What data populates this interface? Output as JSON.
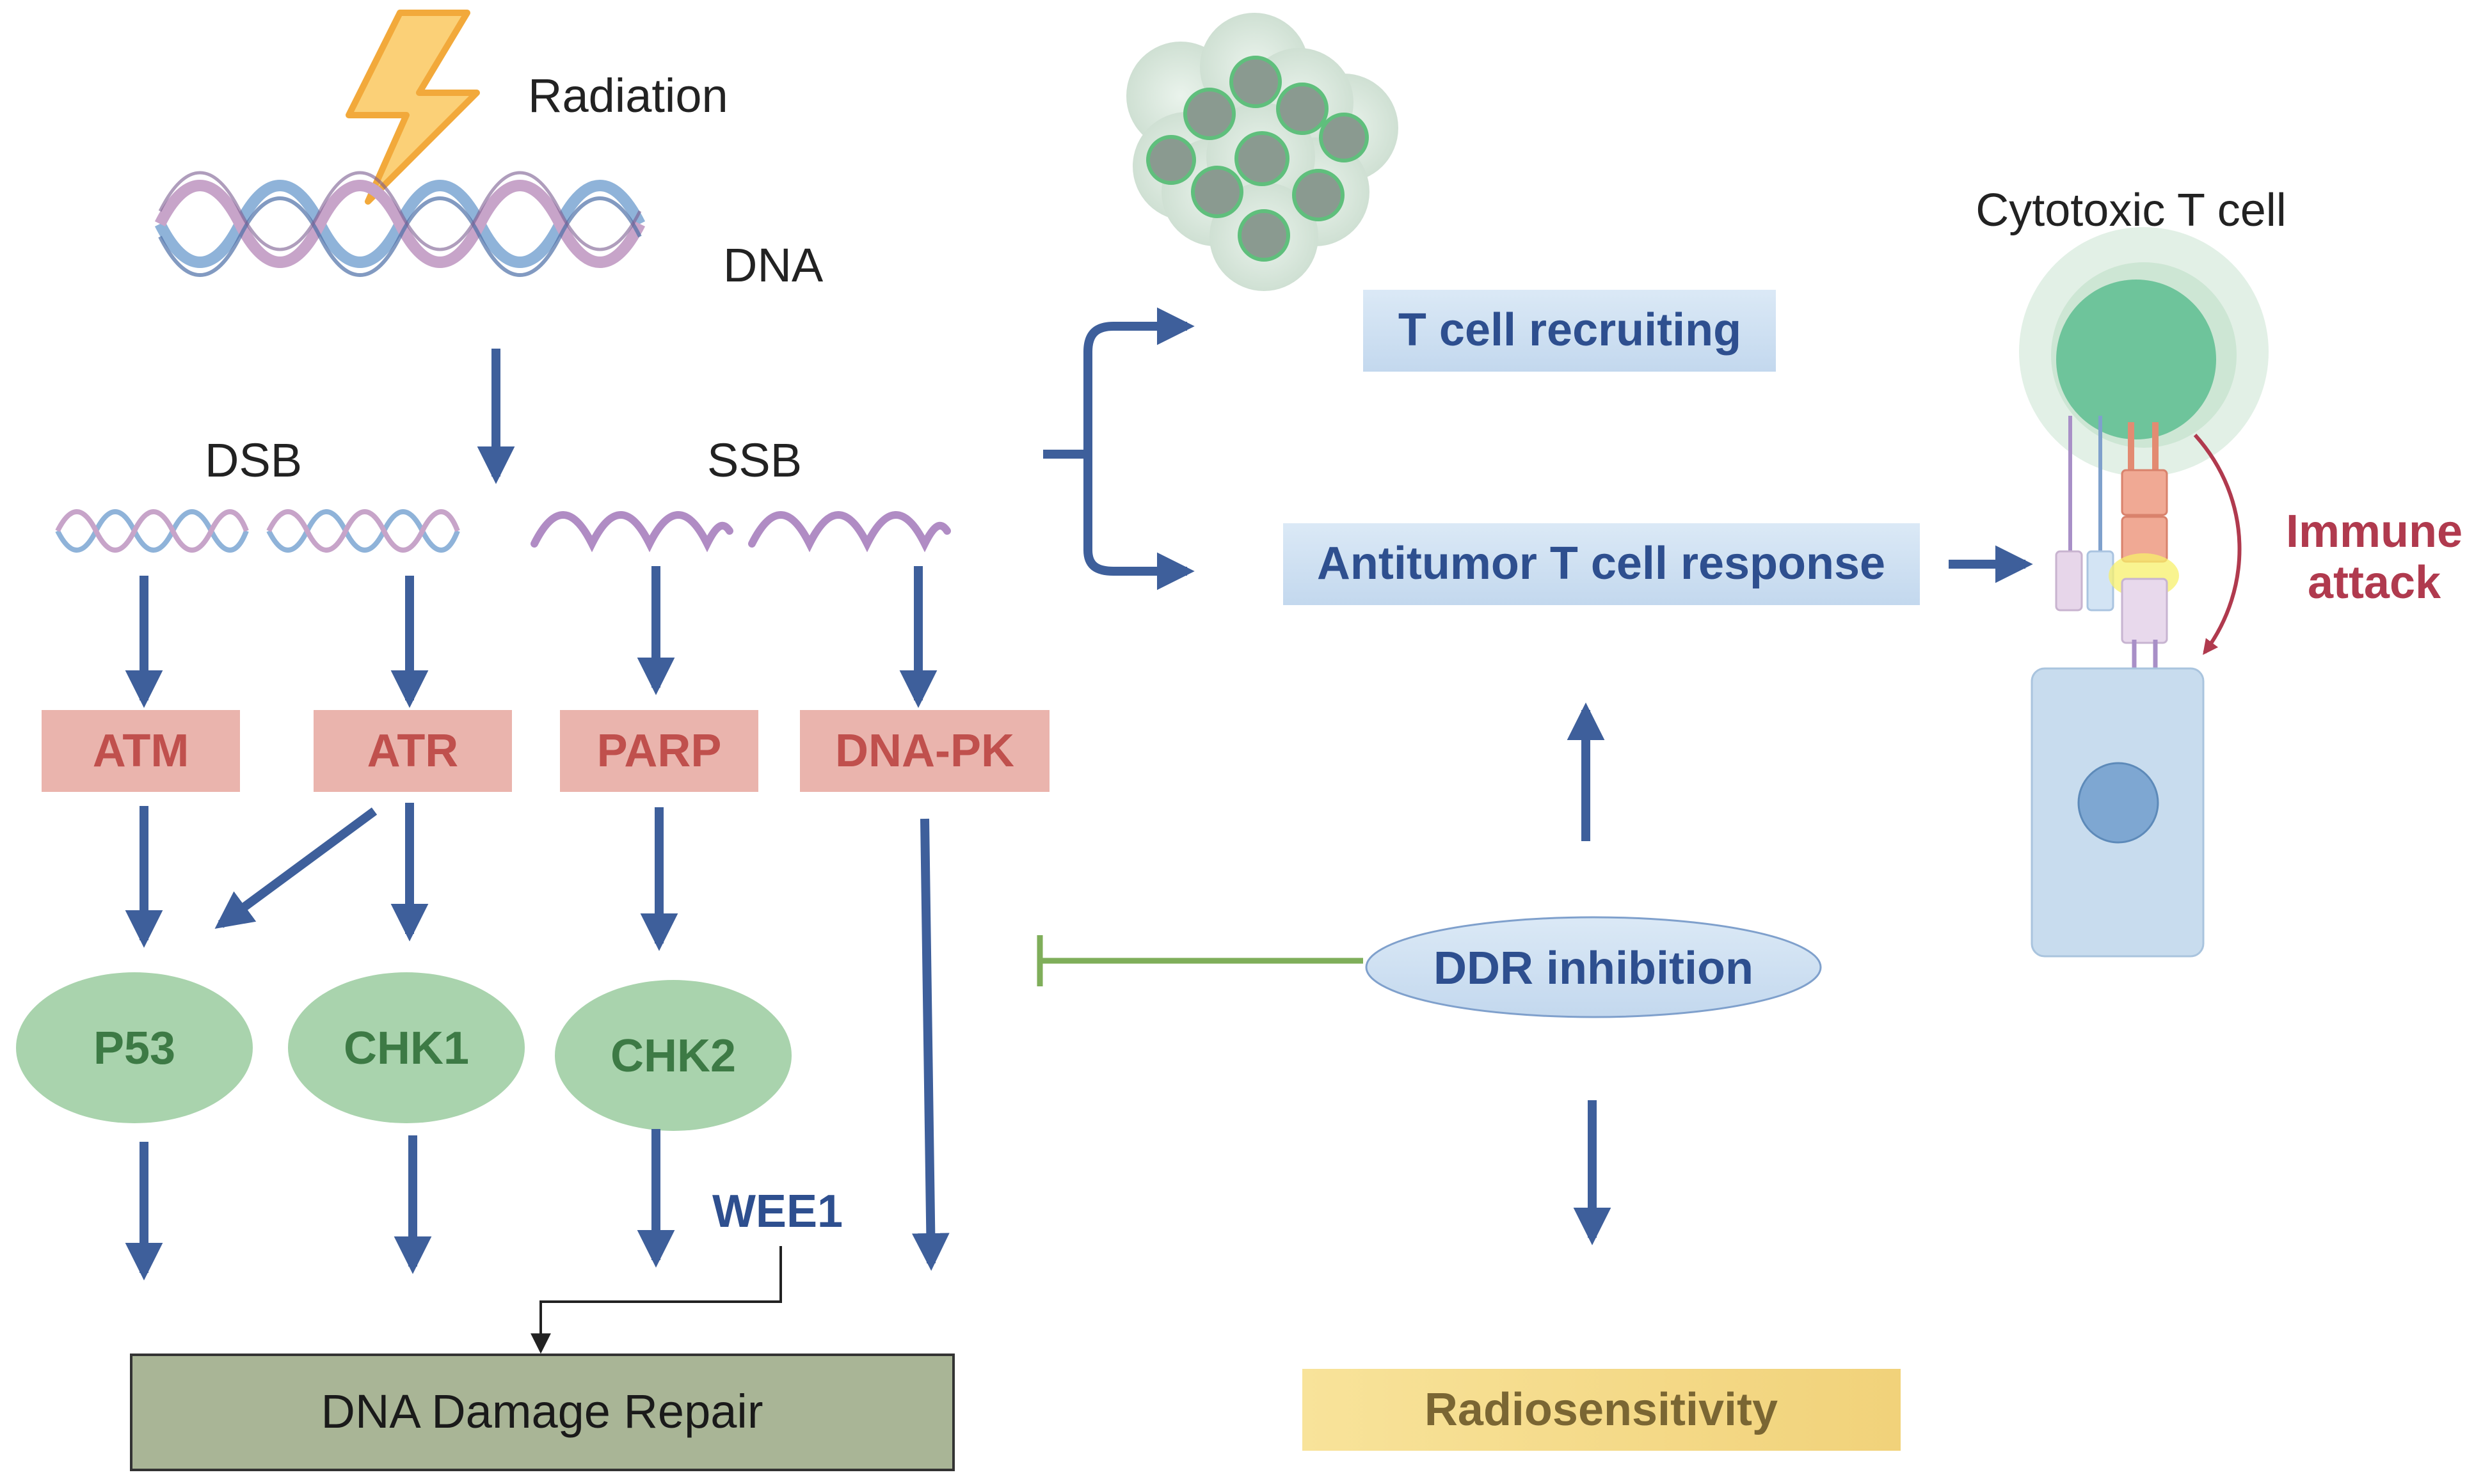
{
  "labels": {
    "radiation": "Radiation",
    "dna": "DNA",
    "dsb": "DSB",
    "ssb": "SSB",
    "wee1": "WEE1",
    "cytotoxic_t_cell": "Cytotoxic T cell",
    "immune_attack_line1": "Immune",
    "immune_attack_line2": "attack"
  },
  "sensors": [
    {
      "id": "atm",
      "label": "ATM"
    },
    {
      "id": "atr",
      "label": "ATR"
    },
    {
      "id": "parp",
      "label": "PARP"
    },
    {
      "id": "dna-pk",
      "label": "DNA-PK"
    }
  ],
  "effectors": [
    {
      "id": "p53",
      "label": "P53"
    },
    {
      "id": "chk1",
      "label": "CHK1"
    },
    {
      "id": "chk2",
      "label": "CHK2"
    }
  ],
  "boxes": {
    "dna_damage_repair": "DNA Damage Repair",
    "t_cell_recruiting": "T cell recruiting",
    "antitumor_response": "Antitumor T cell response",
    "ddr_inhibition": "DDR inhibition",
    "radiosensitivity": "Radiosensitivity"
  },
  "colors": {
    "arrow": "#3e5f9b",
    "sensor_fill": "#eab4ad",
    "sensor_text": "#c0504d",
    "effector_fill": "#a9d3ad",
    "effector_text": "#3d7a45",
    "blue_box_fill": "#cfe2f3",
    "blue_text": "#2e4f8f",
    "repair_fill": "#a9b596",
    "radiosensitivity_fill": "#f6dc8c",
    "radiosensitivity_text": "#7a6633",
    "inhibit_line": "#7fae5a",
    "immune_text": "#b03a4e"
  }
}
